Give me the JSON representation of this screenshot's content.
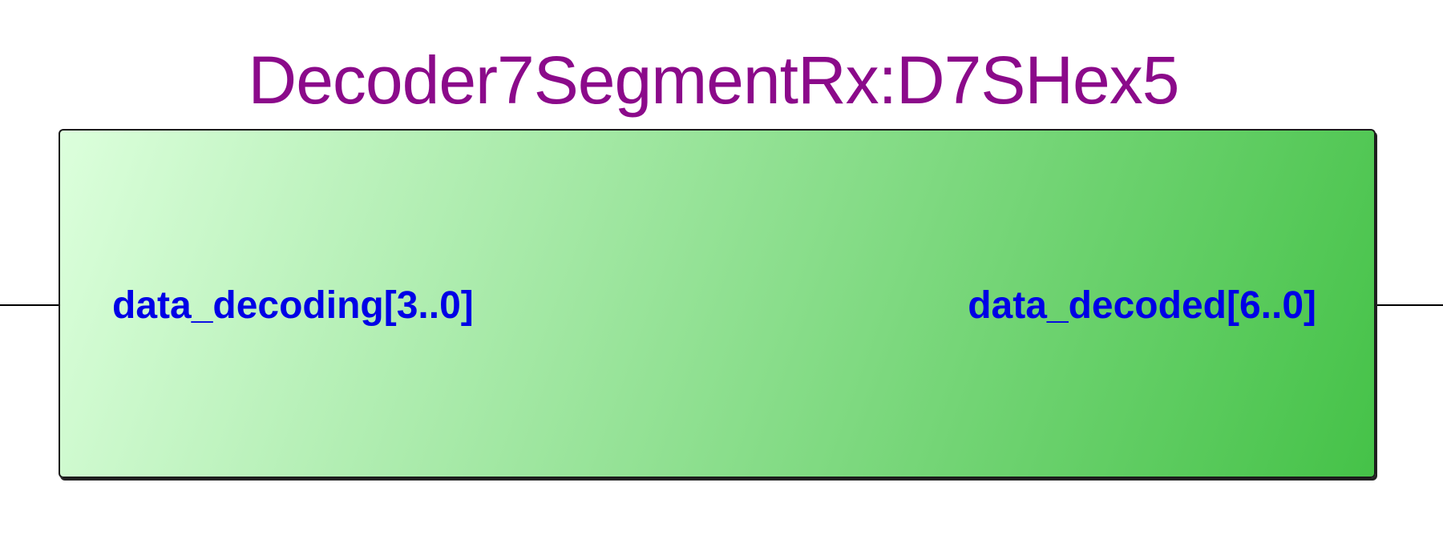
{
  "block": {
    "title": "Decoder7SegmentRx:D7SHex5",
    "ports": {
      "input": "data_decoding[3..0]",
      "output": "data_decoded[6..0]"
    }
  },
  "colors": {
    "title": "#8b0a8a",
    "port_label": "#0000e6",
    "gradient_start": "#dcffdc",
    "gradient_end": "#45c248",
    "border": "#1a1a1a"
  }
}
